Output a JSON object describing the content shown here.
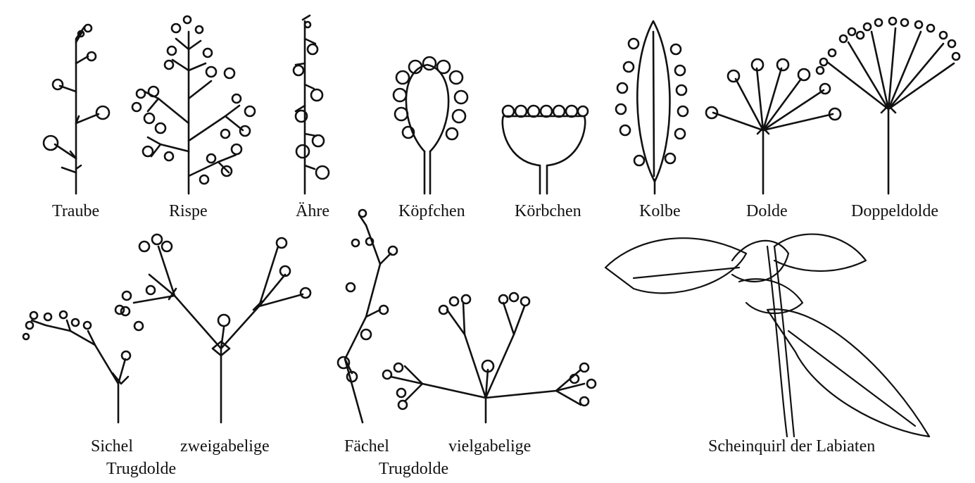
{
  "top_row": [
    {
      "id": "traube",
      "label": "Traube"
    },
    {
      "id": "rispe",
      "label": "Rispe"
    },
    {
      "id": "aehre",
      "label": "Ähre"
    },
    {
      "id": "koepfchen",
      "label": "Köpfchen"
    },
    {
      "id": "koerbchen",
      "label": "Körbchen"
    },
    {
      "id": "kolbe",
      "label": "Kolbe"
    },
    {
      "id": "dolde",
      "label": "Dolde"
    },
    {
      "id": "doppeldolde",
      "label": "Doppeldolde"
    }
  ],
  "bottom_row": {
    "sichel": "Sichel",
    "zweigabelige": "zweigabelige",
    "trugdolde_1": "Trugdolde",
    "faechel": "Fächel",
    "vielgabelige": "vielgabelige",
    "trugdolde_2": "Trugdolde",
    "scheinquirl": "Scheinquirl der Labiaten"
  },
  "colors": {
    "ink": "#111111",
    "background": "#ffffff"
  }
}
